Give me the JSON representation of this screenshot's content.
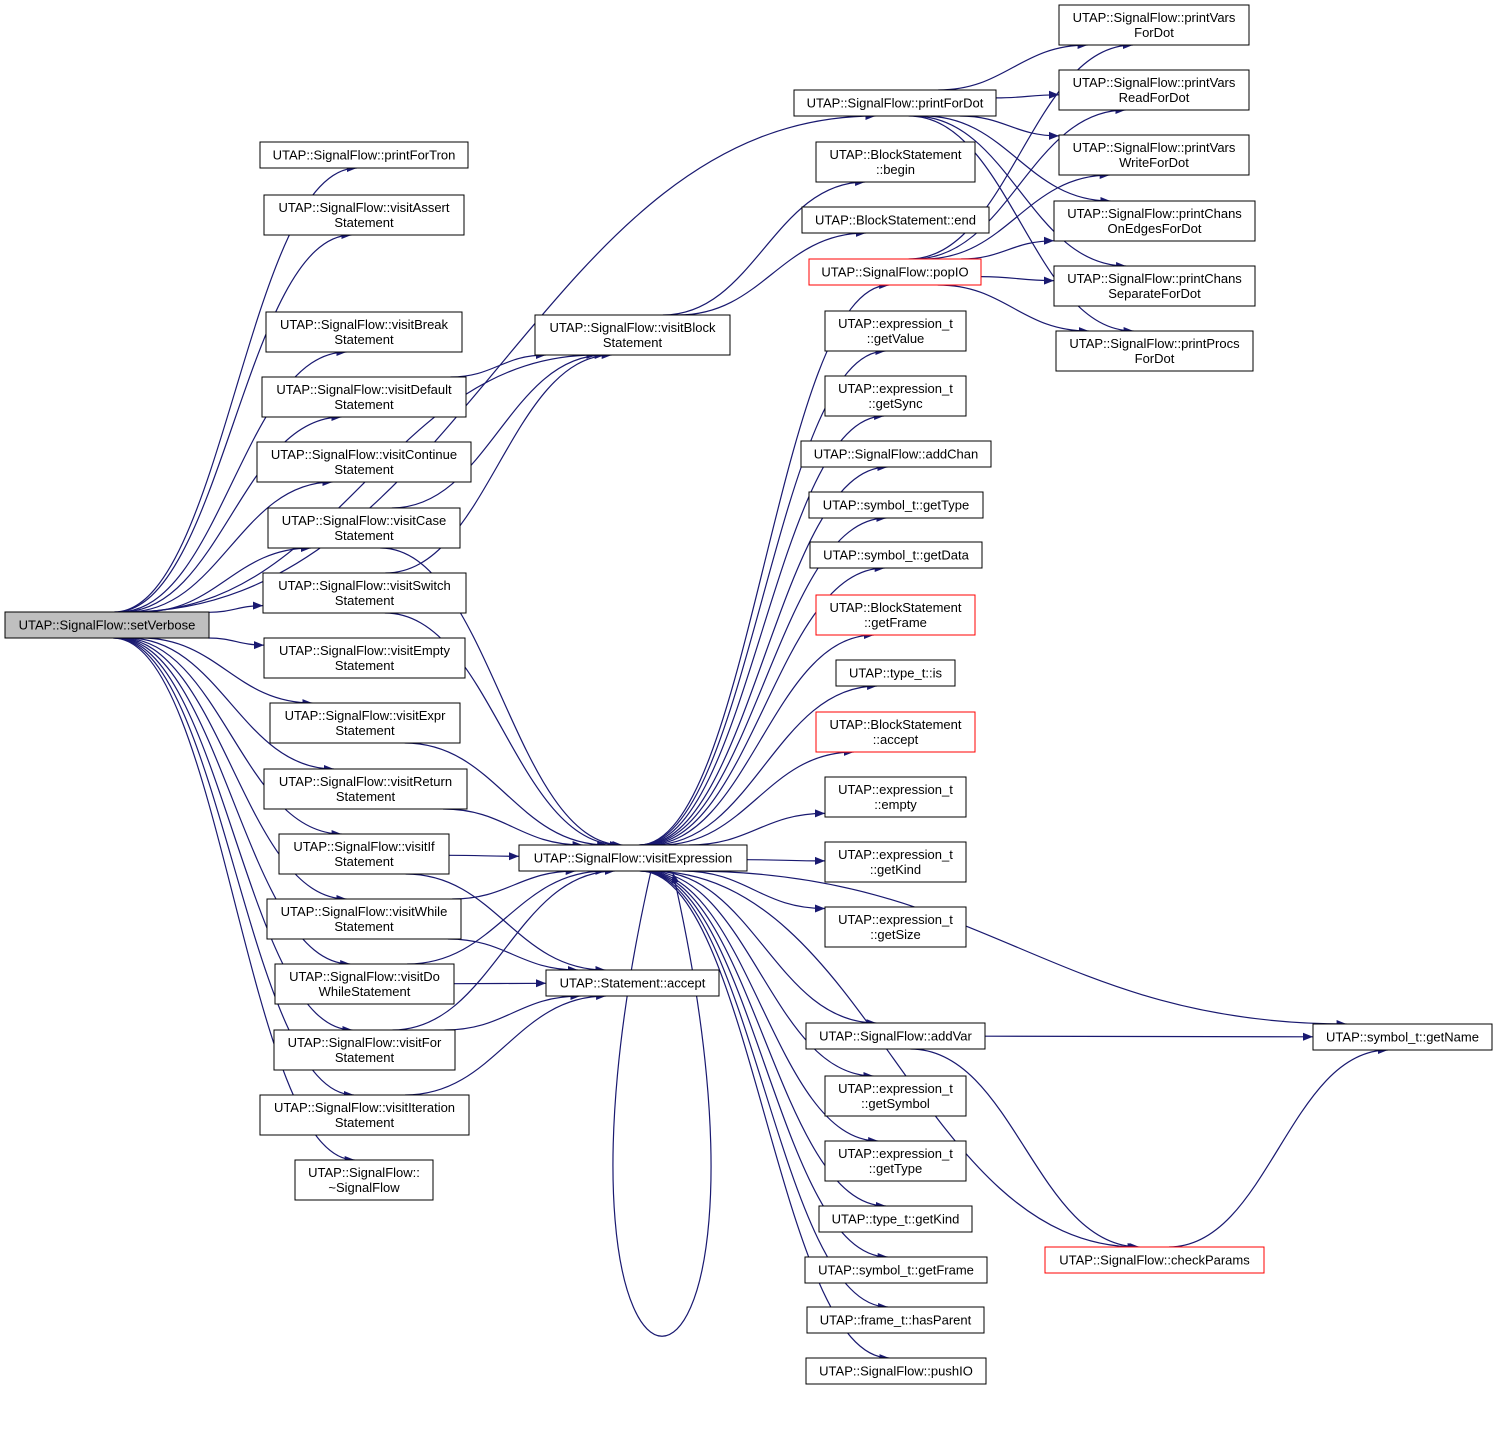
{
  "graph": {
    "root": "setVerbose",
    "edge_color": "#191970",
    "nodes": [
      {
        "id": "setVerbose",
        "lines": [
          "UTAP::SignalFlow::setVerbose"
        ],
        "style": "root"
      },
      {
        "id": "printForTron",
        "lines": [
          "UTAP::SignalFlow::printForTron"
        ]
      },
      {
        "id": "visitAssert",
        "lines": [
          "UTAP::SignalFlow::visitAssert",
          "Statement"
        ]
      },
      {
        "id": "visitBreak",
        "lines": [
          "UTAP::SignalFlow::visitBreak",
          "Statement"
        ]
      },
      {
        "id": "visitDefault",
        "lines": [
          "UTAP::SignalFlow::visitDefault",
          "Statement"
        ]
      },
      {
        "id": "visitContinue",
        "lines": [
          "UTAP::SignalFlow::visitContinue",
          "Statement"
        ]
      },
      {
        "id": "visitCase",
        "lines": [
          "UTAP::SignalFlow::visitCase",
          "Statement"
        ]
      },
      {
        "id": "visitSwitch",
        "lines": [
          "UTAP::SignalFlow::visitSwitch",
          "Statement"
        ]
      },
      {
        "id": "visitEmpty",
        "lines": [
          "UTAP::SignalFlow::visitEmpty",
          "Statement"
        ]
      },
      {
        "id": "visitExpr",
        "lines": [
          "UTAP::SignalFlow::visitExpr",
          "Statement"
        ]
      },
      {
        "id": "visitReturn",
        "lines": [
          "UTAP::SignalFlow::visitReturn",
          "Statement"
        ]
      },
      {
        "id": "visitIf",
        "lines": [
          "UTAP::SignalFlow::visitIf",
          "Statement"
        ]
      },
      {
        "id": "visitWhile",
        "lines": [
          "UTAP::SignalFlow::visitWhile",
          "Statement"
        ]
      },
      {
        "id": "visitDo",
        "lines": [
          "UTAP::SignalFlow::visitDo",
          "WhileStatement"
        ]
      },
      {
        "id": "visitFor",
        "lines": [
          "UTAP::SignalFlow::visitFor",
          "Statement"
        ]
      },
      {
        "id": "visitIteration",
        "lines": [
          "UTAP::SignalFlow::visitIteration",
          "Statement"
        ]
      },
      {
        "id": "dtor",
        "lines": [
          "UTAP::SignalFlow::",
          "~SignalFlow"
        ]
      },
      {
        "id": "visitBlock",
        "lines": [
          "UTAP::SignalFlow::visitBlock",
          "Statement"
        ]
      },
      {
        "id": "visitExpression",
        "lines": [
          "UTAP::SignalFlow::visitExpression"
        ]
      },
      {
        "id": "stmtAccept",
        "lines": [
          "UTAP::Statement::accept"
        ]
      },
      {
        "id": "printForDot",
        "lines": [
          "UTAP::SignalFlow::printForDot"
        ]
      },
      {
        "id": "bsBegin",
        "lines": [
          "UTAP::BlockStatement",
          "::begin"
        ]
      },
      {
        "id": "bsEnd",
        "lines": [
          "UTAP::BlockStatement::end"
        ]
      },
      {
        "id": "popIO",
        "lines": [
          "UTAP::SignalFlow::popIO"
        ],
        "style": "red"
      },
      {
        "id": "exGetValue",
        "lines": [
          "UTAP::expression_t",
          "::getValue"
        ]
      },
      {
        "id": "exGetSync",
        "lines": [
          "UTAP::expression_t",
          "::getSync"
        ]
      },
      {
        "id": "addChan",
        "lines": [
          "UTAP::SignalFlow::addChan"
        ]
      },
      {
        "id": "symGetType",
        "lines": [
          "UTAP::symbol_t::getType"
        ]
      },
      {
        "id": "symGetData",
        "lines": [
          "UTAP::symbol_t::getData"
        ]
      },
      {
        "id": "bsGetFrame",
        "lines": [
          "UTAP::BlockStatement",
          "::getFrame"
        ],
        "style": "red"
      },
      {
        "id": "typeIs",
        "lines": [
          "UTAP::type_t::is"
        ]
      },
      {
        "id": "bsAccept",
        "lines": [
          "UTAP::BlockStatement",
          "::accept"
        ],
        "style": "red"
      },
      {
        "id": "exEmpty",
        "lines": [
          "UTAP::expression_t",
          "::empty"
        ]
      },
      {
        "id": "exGetKind",
        "lines": [
          "UTAP::expression_t",
          "::getKind"
        ]
      },
      {
        "id": "exGetSize",
        "lines": [
          "UTAP::expression_t",
          "::getSize"
        ]
      },
      {
        "id": "addVar",
        "lines": [
          "UTAP::SignalFlow::addVar"
        ]
      },
      {
        "id": "exGetSymbol",
        "lines": [
          "UTAP::expression_t",
          "::getSymbol"
        ]
      },
      {
        "id": "exGetType",
        "lines": [
          "UTAP::expression_t",
          "::getType"
        ]
      },
      {
        "id": "typeGetKind",
        "lines": [
          "UTAP::type_t::getKind"
        ]
      },
      {
        "id": "symGetFrame",
        "lines": [
          "UTAP::symbol_t::getFrame"
        ]
      },
      {
        "id": "frameHasParent",
        "lines": [
          "UTAP::frame_t::hasParent"
        ]
      },
      {
        "id": "pushIO",
        "lines": [
          "UTAP::SignalFlow::pushIO"
        ]
      },
      {
        "id": "printVarsForDot",
        "lines": [
          "UTAP::SignalFlow::printVars",
          "ForDot"
        ]
      },
      {
        "id": "printVarsRead",
        "lines": [
          "UTAP::SignalFlow::printVars",
          "ReadForDot"
        ]
      },
      {
        "id": "printVarsWrite",
        "lines": [
          "UTAP::SignalFlow::printVars",
          "WriteForDot"
        ]
      },
      {
        "id": "printChansOnEdges",
        "lines": [
          "UTAP::SignalFlow::printChans",
          "OnEdgesForDot"
        ]
      },
      {
        "id": "printChansSeparate",
        "lines": [
          "UTAP::SignalFlow::printChans",
          "SeparateForDot"
        ]
      },
      {
        "id": "printProcs",
        "lines": [
          "UTAP::SignalFlow::printProcs",
          "ForDot"
        ]
      },
      {
        "id": "symGetName",
        "lines": [
          "UTAP::symbol_t::getName"
        ]
      },
      {
        "id": "checkParams",
        "lines": [
          "UTAP::SignalFlow::checkParams"
        ],
        "style": "red"
      }
    ],
    "edges": [
      [
        "setVerbose",
        "printForDot"
      ],
      [
        "setVerbose",
        "printForTron"
      ],
      [
        "setVerbose",
        "visitAssert"
      ],
      [
        "setVerbose",
        "visitBlock"
      ],
      [
        "setVerbose",
        "visitBreak"
      ],
      [
        "setVerbose",
        "visitDefault"
      ],
      [
        "setVerbose",
        "visitContinue"
      ],
      [
        "setVerbose",
        "visitCase"
      ],
      [
        "setVerbose",
        "visitSwitch"
      ],
      [
        "setVerbose",
        "visitEmpty"
      ],
      [
        "setVerbose",
        "visitExpr"
      ],
      [
        "setVerbose",
        "visitReturn"
      ],
      [
        "setVerbose",
        "visitIf"
      ],
      [
        "setVerbose",
        "visitWhile"
      ],
      [
        "setVerbose",
        "visitDo"
      ],
      [
        "setVerbose",
        "visitFor"
      ],
      [
        "setVerbose",
        "visitIteration"
      ],
      [
        "setVerbose",
        "dtor"
      ],
      [
        "visitDefault",
        "visitBlock"
      ],
      [
        "visitCase",
        "visitBlock"
      ],
      [
        "visitSwitch",
        "visitBlock"
      ],
      [
        "visitCase",
        "visitExpression"
      ],
      [
        "visitSwitch",
        "visitExpression"
      ],
      [
        "visitExpr",
        "visitExpression"
      ],
      [
        "visitReturn",
        "visitExpression"
      ],
      [
        "visitIf",
        "visitExpression"
      ],
      [
        "visitWhile",
        "visitExpression"
      ],
      [
        "visitDo",
        "visitExpression"
      ],
      [
        "visitFor",
        "visitExpression"
      ],
      [
        "visitIf",
        "stmtAccept"
      ],
      [
        "visitWhile",
        "stmtAccept"
      ],
      [
        "visitDo",
        "stmtAccept"
      ],
      [
        "visitFor",
        "stmtAccept"
      ],
      [
        "visitIteration",
        "stmtAccept"
      ],
      [
        "visitBlock",
        "bsBegin"
      ],
      [
        "visitBlock",
        "bsEnd"
      ],
      [
        "visitExpression",
        "popIO"
      ],
      [
        "visitExpression",
        "exGetValue"
      ],
      [
        "visitExpression",
        "exGetSync"
      ],
      [
        "visitExpression",
        "addChan"
      ],
      [
        "visitExpression",
        "symGetType"
      ],
      [
        "visitExpression",
        "symGetData"
      ],
      [
        "visitExpression",
        "bsGetFrame"
      ],
      [
        "visitExpression",
        "typeIs"
      ],
      [
        "visitExpression",
        "bsAccept"
      ],
      [
        "visitExpression",
        "exEmpty"
      ],
      [
        "visitExpression",
        "exGetKind"
      ],
      [
        "visitExpression",
        "exGetSize"
      ],
      [
        "visitExpression",
        "symGetName"
      ],
      [
        "visitExpression",
        "addVar"
      ],
      [
        "visitExpression",
        "exGetSymbol"
      ],
      [
        "visitExpression",
        "exGetType"
      ],
      [
        "visitExpression",
        "typeGetKind"
      ],
      [
        "visitExpression",
        "symGetFrame"
      ],
      [
        "visitExpression",
        "frameHasParent"
      ],
      [
        "visitExpression",
        "pushIO"
      ],
      [
        "visitExpression",
        "checkParams"
      ],
      [
        "visitExpression",
        "visitExpression"
      ],
      [
        "printForDot",
        "printVarsForDot"
      ],
      [
        "printForDot",
        "printVarsRead"
      ],
      [
        "printForDot",
        "printVarsWrite"
      ],
      [
        "printForDot",
        "printChansOnEdges"
      ],
      [
        "printForDot",
        "printChansSeparate"
      ],
      [
        "printForDot",
        "printProcs"
      ],
      [
        "popIO",
        "printVarsForDot"
      ],
      [
        "popIO",
        "printVarsRead"
      ],
      [
        "popIO",
        "printVarsWrite"
      ],
      [
        "popIO",
        "printChansOnEdges"
      ],
      [
        "popIO",
        "printChansSeparate"
      ],
      [
        "popIO",
        "printProcs"
      ],
      [
        "addVar",
        "symGetName"
      ],
      [
        "addVar",
        "checkParams"
      ],
      [
        "checkParams",
        "symGetName"
      ]
    ]
  }
}
